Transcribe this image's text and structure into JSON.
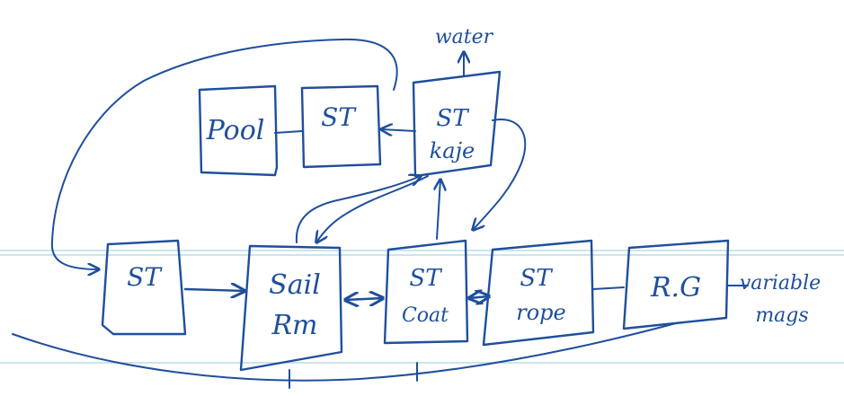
{
  "boxes": {
    "pool": [
      "Pool"
    ],
    "st_top": [
      "ST"
    ],
    "st_kage": [
      "ST",
      "kaje"
    ],
    "st_left": [
      "ST"
    ],
    "sail_rm": [
      "Sail",
      "Rm"
    ],
    "st_coat": [
      "ST",
      "Coat"
    ],
    "st_rope": [
      "ST",
      "rope"
    ],
    "rg": [
      "R.G"
    ]
  },
  "annotations": {
    "water": "water",
    "variable_1": "variable",
    "variable_2": "mags"
  },
  "colors": {
    "ink": "#1f4f9c",
    "rule": "#a9d6e0",
    "paper": "#ffffff"
  }
}
